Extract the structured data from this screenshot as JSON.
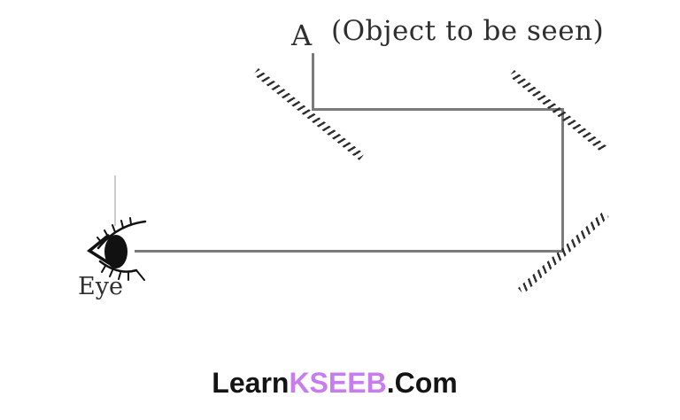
{
  "diagram": {
    "point_label": "A",
    "object_label": "(Object to be seen)",
    "eye_label": "Eye",
    "mirrors": [
      {
        "name": "mirror-top-left",
        "orientation": "backslash-45deg"
      },
      {
        "name": "mirror-top-right",
        "orientation": "backslash-45deg"
      },
      {
        "name": "mirror-bottom-right",
        "orientation": "slash-45deg"
      }
    ],
    "rays": [
      "object-down-to-top-left-mirror",
      "top-left-mirror-right-to-top-right-mirror",
      "top-right-mirror-down-to-bottom-right-mirror",
      "bottom-right-mirror-left-to-eye"
    ]
  },
  "watermark": {
    "prefix": "Learn",
    "highlight": "KSEEB",
    "suffix": ".Com"
  },
  "colors": {
    "ray": "#7b7b7b",
    "hatch": "#2e2e2e",
    "label": "#2f2f2f",
    "watermark_text": "#141414",
    "watermark_accent": "#c77cf0"
  }
}
